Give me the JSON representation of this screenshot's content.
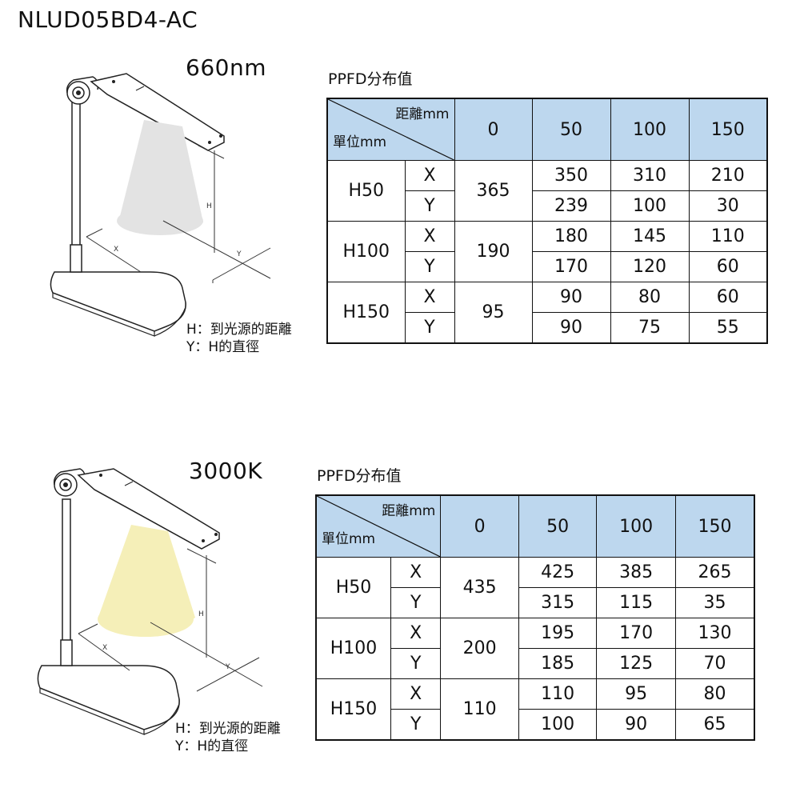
{
  "model": "NLUD05BD4-AC",
  "sections": [
    {
      "spec_label": "660nm",
      "beam_color": "#e3e3e3",
      "legend": {
        "line1": "H：到光源的距離",
        "line2": "Y：H的直徑"
      },
      "diagram_labels": {
        "h": "H",
        "x": "X",
        "y": "Y"
      },
      "table": {
        "title": "PPFD分布值",
        "corner_top": "距離mm",
        "corner_bottom": "單位mm",
        "columns": [
          "0",
          "50",
          "100",
          "150"
        ],
        "rows": [
          {
            "height": "H50",
            "center": "365",
            "x": [
              "350",
              "310",
              "210"
            ],
            "y": [
              "239",
              "100",
              "30"
            ]
          },
          {
            "height": "H100",
            "center": "190",
            "x": [
              "180",
              "145",
              "110"
            ],
            "y": [
              "170",
              "120",
              "60"
            ]
          },
          {
            "height": "H150",
            "center": "95",
            "x": [
              "90",
              "80",
              "60"
            ],
            "y": [
              "90",
              "75",
              "55"
            ]
          }
        ],
        "axis_x": "X",
        "axis_y": "Y"
      }
    },
    {
      "spec_label": "3000K",
      "beam_color": "#f5efb8",
      "legend": {
        "line1": "H：到光源的距離",
        "line2": "Y：H的直徑"
      },
      "diagram_labels": {
        "h": "H",
        "x": "X",
        "y": "Y"
      },
      "table": {
        "title": "PPFD分布值",
        "corner_top": "距離mm",
        "corner_bottom": "單位mm",
        "columns": [
          "0",
          "50",
          "100",
          "150"
        ],
        "rows": [
          {
            "height": "H50",
            "center": "435",
            "x": [
              "425",
              "385",
              "265"
            ],
            "y": [
              "315",
              "115",
              "35"
            ]
          },
          {
            "height": "H100",
            "center": "200",
            "x": [
              "195",
              "170",
              "130"
            ],
            "y": [
              "185",
              "125",
              "70"
            ]
          },
          {
            "height": "H150",
            "center": "110",
            "x": [
              "110",
              "95",
              "80"
            ],
            "y": [
              "100",
              "90",
              "65"
            ]
          }
        ],
        "axis_x": "X",
        "axis_y": "Y"
      }
    }
  ],
  "colors": {
    "header_blue": "#bdd7ee",
    "line": "#111111"
  }
}
